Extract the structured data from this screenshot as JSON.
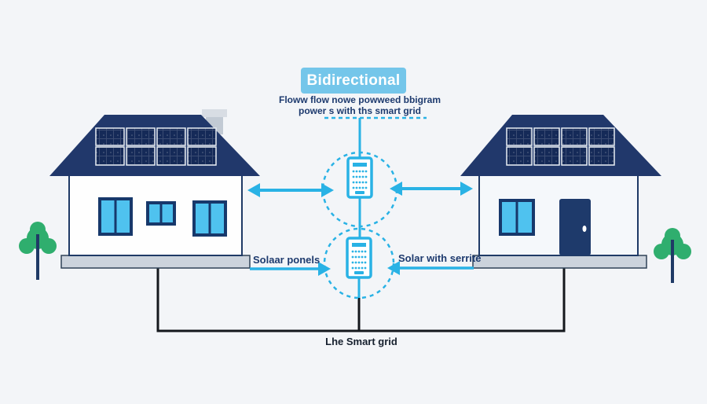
{
  "diagram": {
    "title": "Bidirectional",
    "subtitle_line1": "Floww flow nowe powweed bbigram",
    "subtitle_line2": "power s with ths smart grid",
    "label_left": "Solaar ponels",
    "label_right": "Solar with serrite",
    "label_bottom": "Lhe Smart grid"
  },
  "icons": {
    "top_node": "smart-meter-icon",
    "bottom_node": "smart-meter-icon",
    "left_tree": "tree-icon",
    "right_tree": "tree-icon",
    "left_house": "house-with-solar-panels",
    "right_house": "house-with-solar-panels"
  },
  "colors": {
    "background": "#f3f5f8",
    "accent_cyan": "#29b2e5",
    "title_box_bg": "#74c6ea",
    "title_text": "#ffffff",
    "navy_text": "#1d3a6e",
    "roof_navy": "#21386b",
    "solar_panel_navy": "#152a58",
    "window_blue": "#4fc2ef",
    "door_navy": "#1e3a6b",
    "base_gray": "#ccd3dc",
    "tree_green": "#2fae6e",
    "grid_line_black": "#14181d"
  }
}
